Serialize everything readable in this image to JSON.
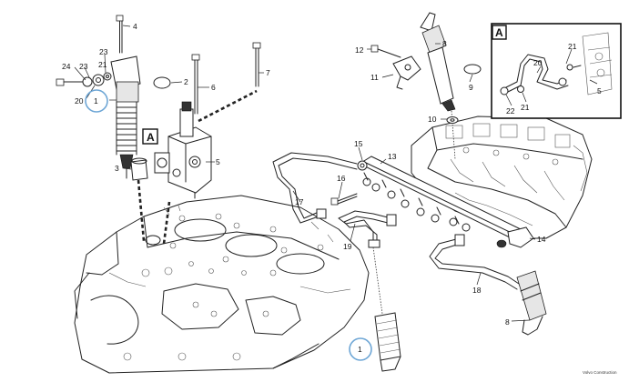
{
  "callouts": {
    "c1": "1",
    "c2": "2",
    "c3": "3",
    "c4": "4",
    "c5": "5",
    "c6": "6",
    "c7": "7",
    "c8": "8",
    "c9": "9",
    "c10": "10",
    "c11": "11",
    "c12": "12",
    "c13": "13",
    "c14": "14",
    "c15": "15",
    "c16": "16",
    "c17": "17",
    "c18": "18",
    "c19": "19",
    "c20": "20",
    "c21": "21",
    "c22": "22",
    "c23": "23",
    "c24": "24"
  },
  "detail": {
    "marker": "A",
    "inset_label": "A"
  },
  "credit": "Volvo Construction",
  "highlight_color": "#6fa7d6"
}
